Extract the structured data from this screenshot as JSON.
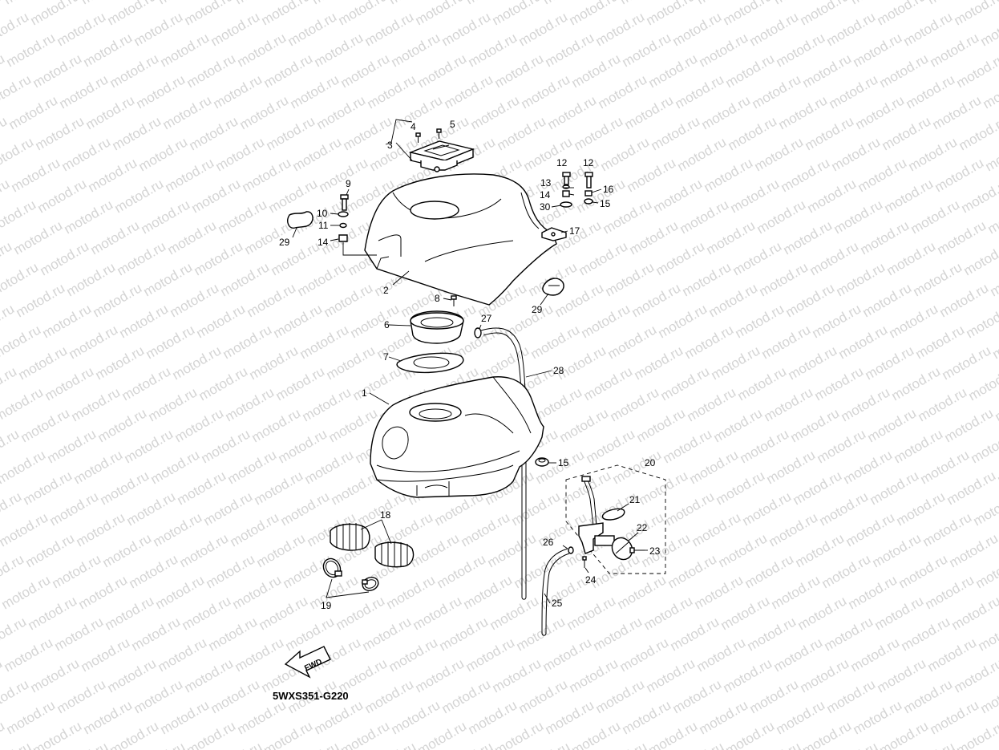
{
  "watermark": "motod.ru",
  "drawing_code": "5WXS351-G220",
  "direction_arrow_label": "FWD",
  "callouts": [
    {
      "id": "c1",
      "label": "1"
    },
    {
      "id": "c2",
      "label": "2"
    },
    {
      "id": "c3",
      "label": "3"
    },
    {
      "id": "c4",
      "label": "4"
    },
    {
      "id": "c5",
      "label": "5"
    },
    {
      "id": "c6",
      "label": "6"
    },
    {
      "id": "c7",
      "label": "7"
    },
    {
      "id": "c8",
      "label": "8"
    },
    {
      "id": "c9",
      "label": "9"
    },
    {
      "id": "c10",
      "label": "10"
    },
    {
      "id": "c11",
      "label": "11"
    },
    {
      "id": "c12a",
      "label": "12"
    },
    {
      "id": "c12b",
      "label": "12"
    },
    {
      "id": "c13",
      "label": "13"
    },
    {
      "id": "c14a",
      "label": "14"
    },
    {
      "id": "c14b",
      "label": "14"
    },
    {
      "id": "c15a",
      "label": "15"
    },
    {
      "id": "c15b",
      "label": "15"
    },
    {
      "id": "c16",
      "label": "16"
    },
    {
      "id": "c17",
      "label": "17"
    },
    {
      "id": "c18",
      "label": "18"
    },
    {
      "id": "c19",
      "label": "19"
    },
    {
      "id": "c20",
      "label": "20"
    },
    {
      "id": "c21",
      "label": "21"
    },
    {
      "id": "c22",
      "label": "22"
    },
    {
      "id": "c23",
      "label": "23"
    },
    {
      "id": "c24",
      "label": "24"
    },
    {
      "id": "c25",
      "label": "25"
    },
    {
      "id": "c26",
      "label": "26"
    },
    {
      "id": "c27",
      "label": "27"
    },
    {
      "id": "c28",
      "label": "28"
    },
    {
      "id": "c29a",
      "label": "29"
    },
    {
      "id": "c29b",
      "label": "29"
    },
    {
      "id": "c30",
      "label": "30"
    }
  ]
}
